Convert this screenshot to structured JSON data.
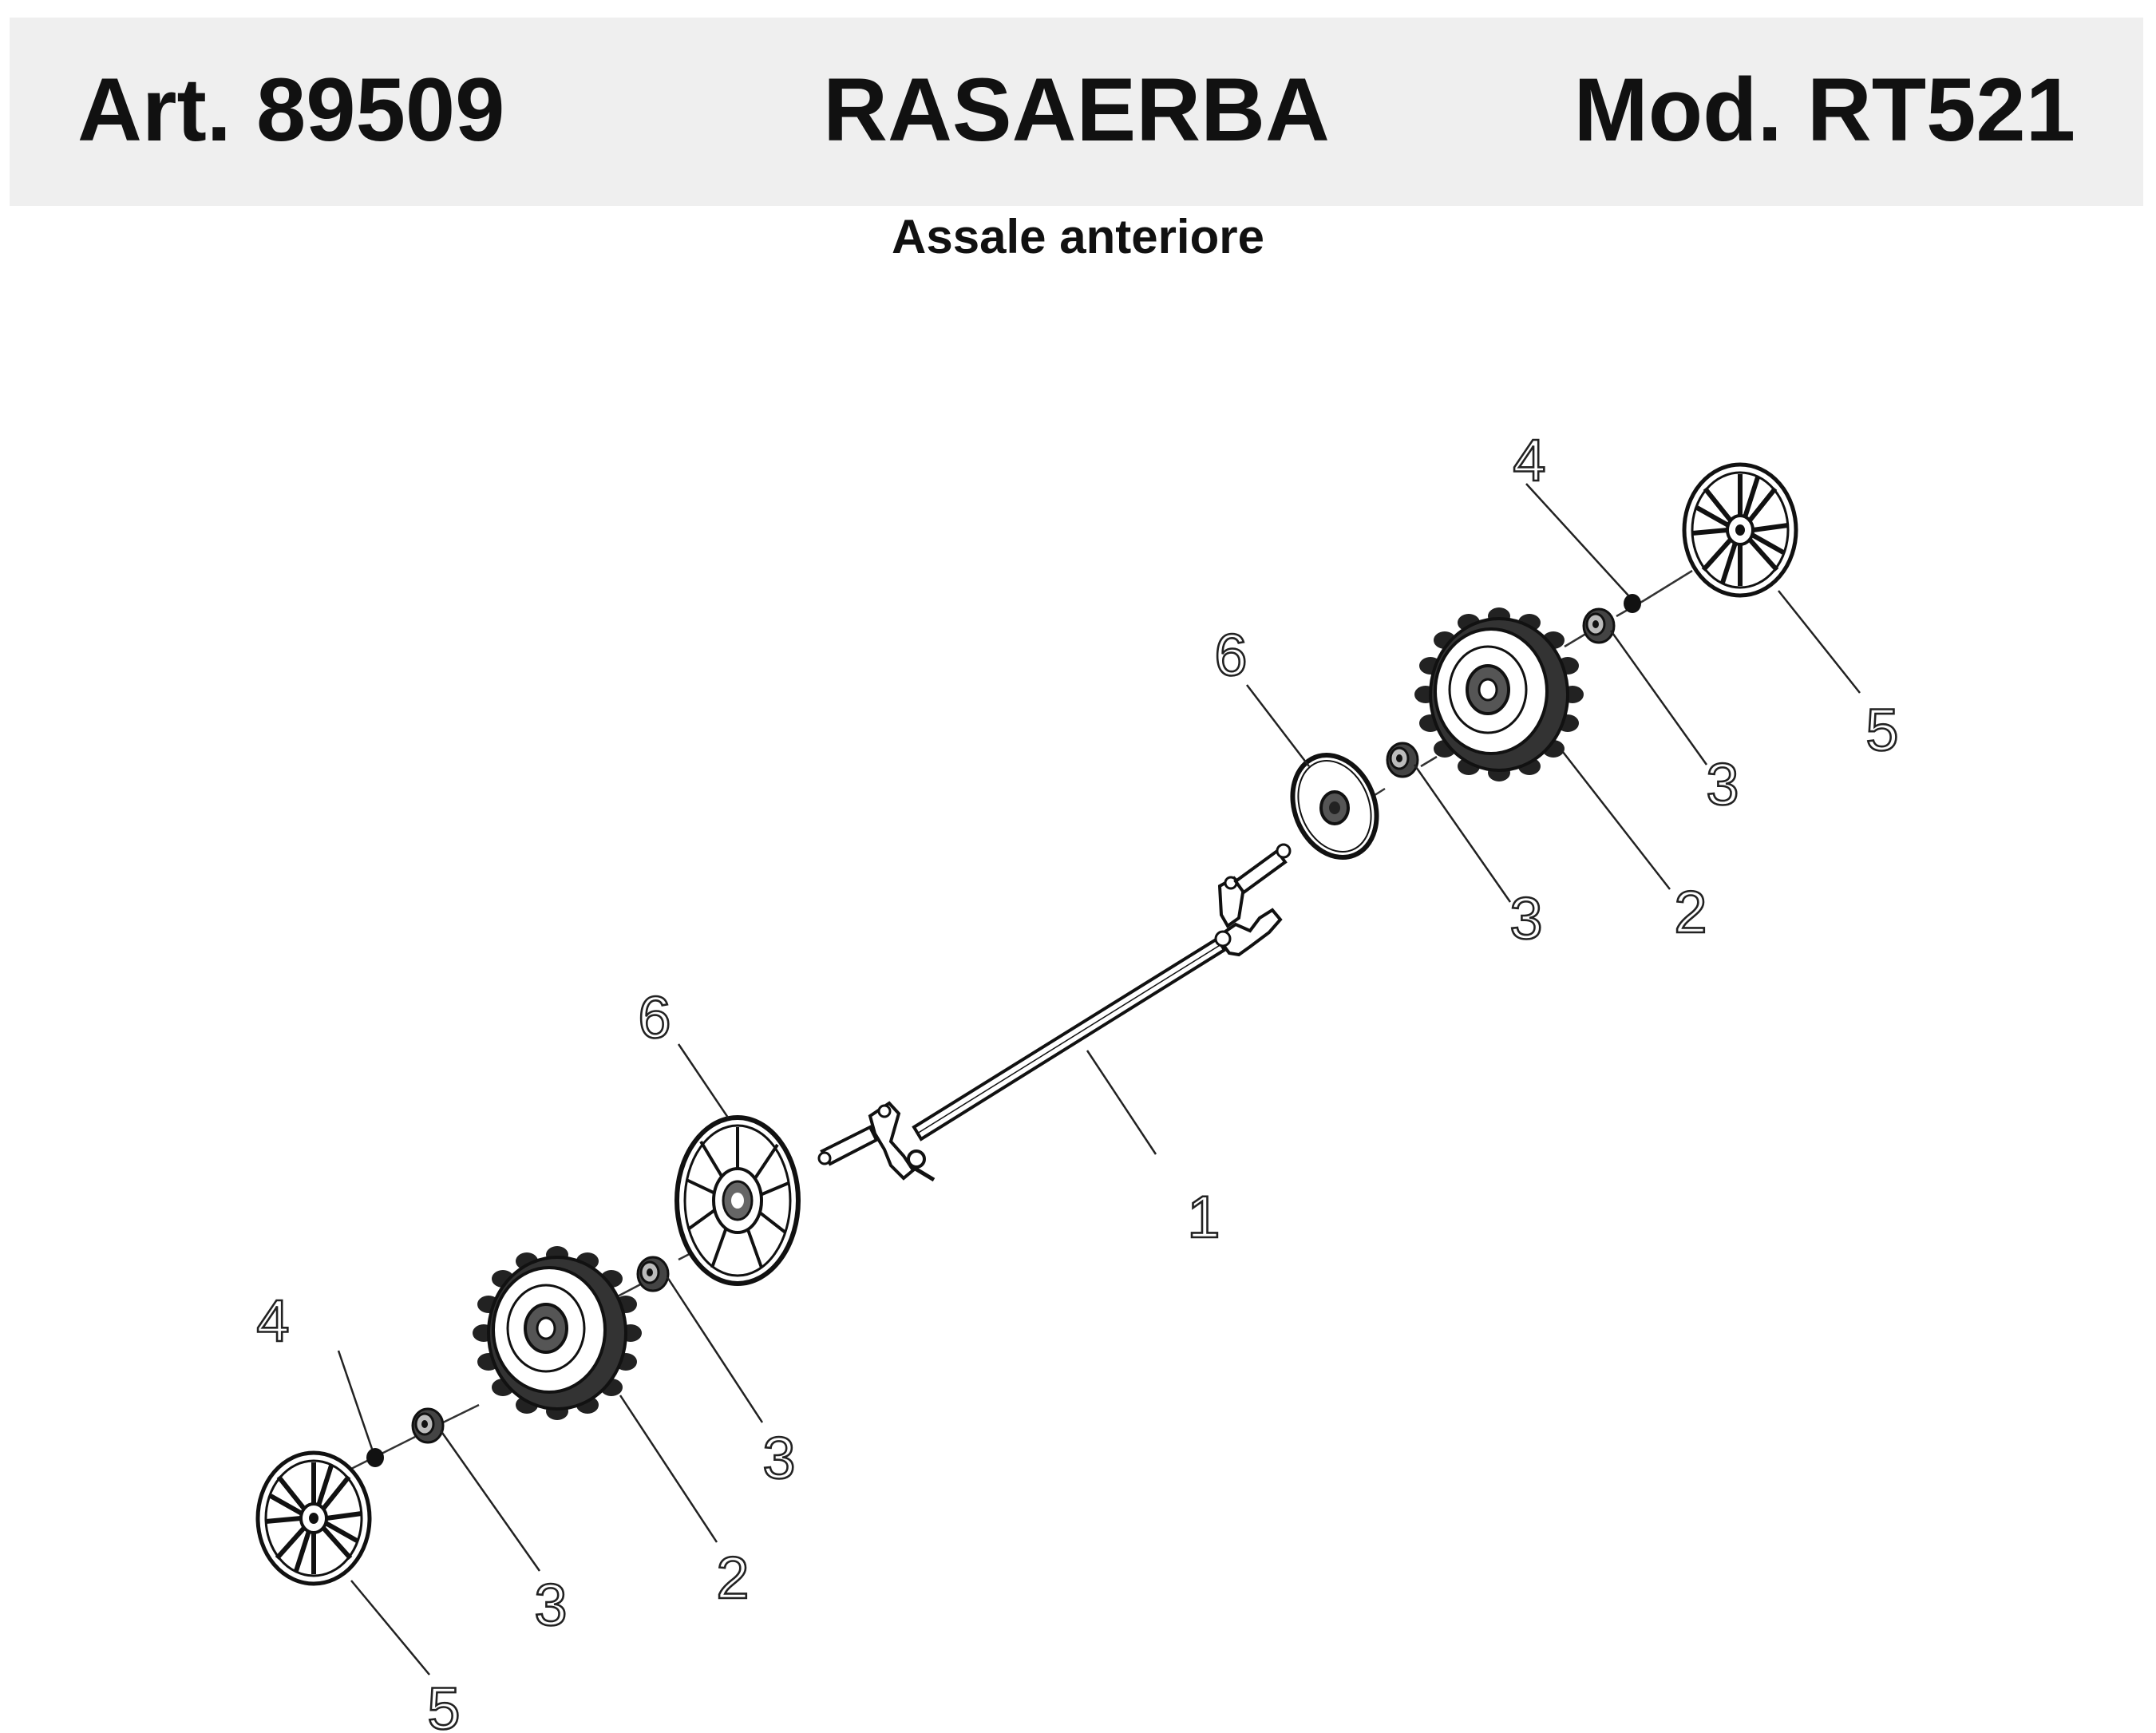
{
  "header": {
    "article": "Art. 89509",
    "title": "RASAERBA",
    "model": "Mod. RT521"
  },
  "subtitle": "Assale anteriore",
  "callouts": [
    {
      "id": "c1",
      "label": "1"
    },
    {
      "id": "c2-left",
      "label": "2"
    },
    {
      "id": "c2-right",
      "label": "2"
    },
    {
      "id": "c3-left-inner",
      "label": "3"
    },
    {
      "id": "c3-left-outer",
      "label": "3"
    },
    {
      "id": "c3-right-inner",
      "label": "3"
    },
    {
      "id": "c3-right-outer",
      "label": "3"
    },
    {
      "id": "c4-left",
      "label": "4"
    },
    {
      "id": "c4-right",
      "label": "4"
    },
    {
      "id": "c5-left",
      "label": "5"
    },
    {
      "id": "c5-right",
      "label": "5"
    },
    {
      "id": "c6-left",
      "label": "6"
    },
    {
      "id": "c6-right",
      "label": "6"
    }
  ]
}
